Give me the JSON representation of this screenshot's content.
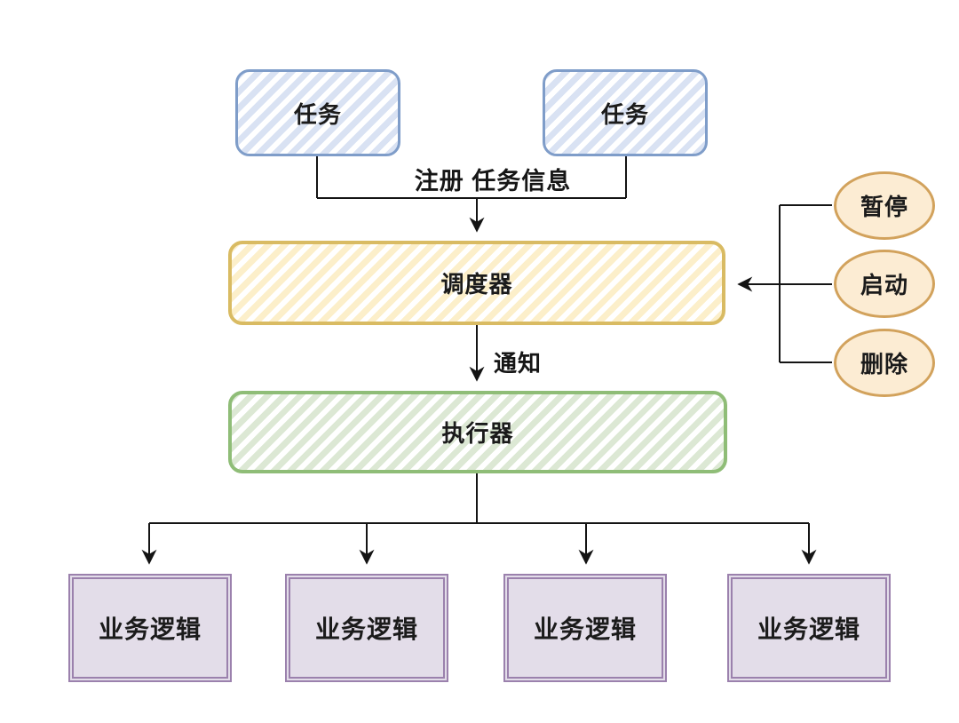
{
  "nodes": {
    "task1": {
      "label": "任务"
    },
    "task2": {
      "label": "任务"
    },
    "scheduler": {
      "label": "调度器"
    },
    "executor": {
      "label": "执行器"
    },
    "control_pause": {
      "label": "暂停"
    },
    "control_start": {
      "label": "启动"
    },
    "control_delete": {
      "label": "删除"
    },
    "logic1": {
      "label": "业务逻辑"
    },
    "logic2": {
      "label": "业务逻辑"
    },
    "logic3": {
      "label": "业务逻辑"
    },
    "logic4": {
      "label": "业务逻辑"
    }
  },
  "edge_labels": {
    "register": "注册 任务信息",
    "notify": "通知"
  },
  "colors": {
    "background": "#ffffff",
    "line": "#141414",
    "task_border": "#7f9dc9",
    "task_stripe": "#d9e2f3",
    "scheduler_border": "#d9bb63",
    "scheduler_stripe": "#fcefca",
    "executor_border": "#8fbd77",
    "executor_stripe": "#dce8d4",
    "control_border": "#d2a25c",
    "control_fill": "#fcecd3",
    "logic_border": "#9b81ad",
    "logic_fill": "#e3dde9"
  }
}
